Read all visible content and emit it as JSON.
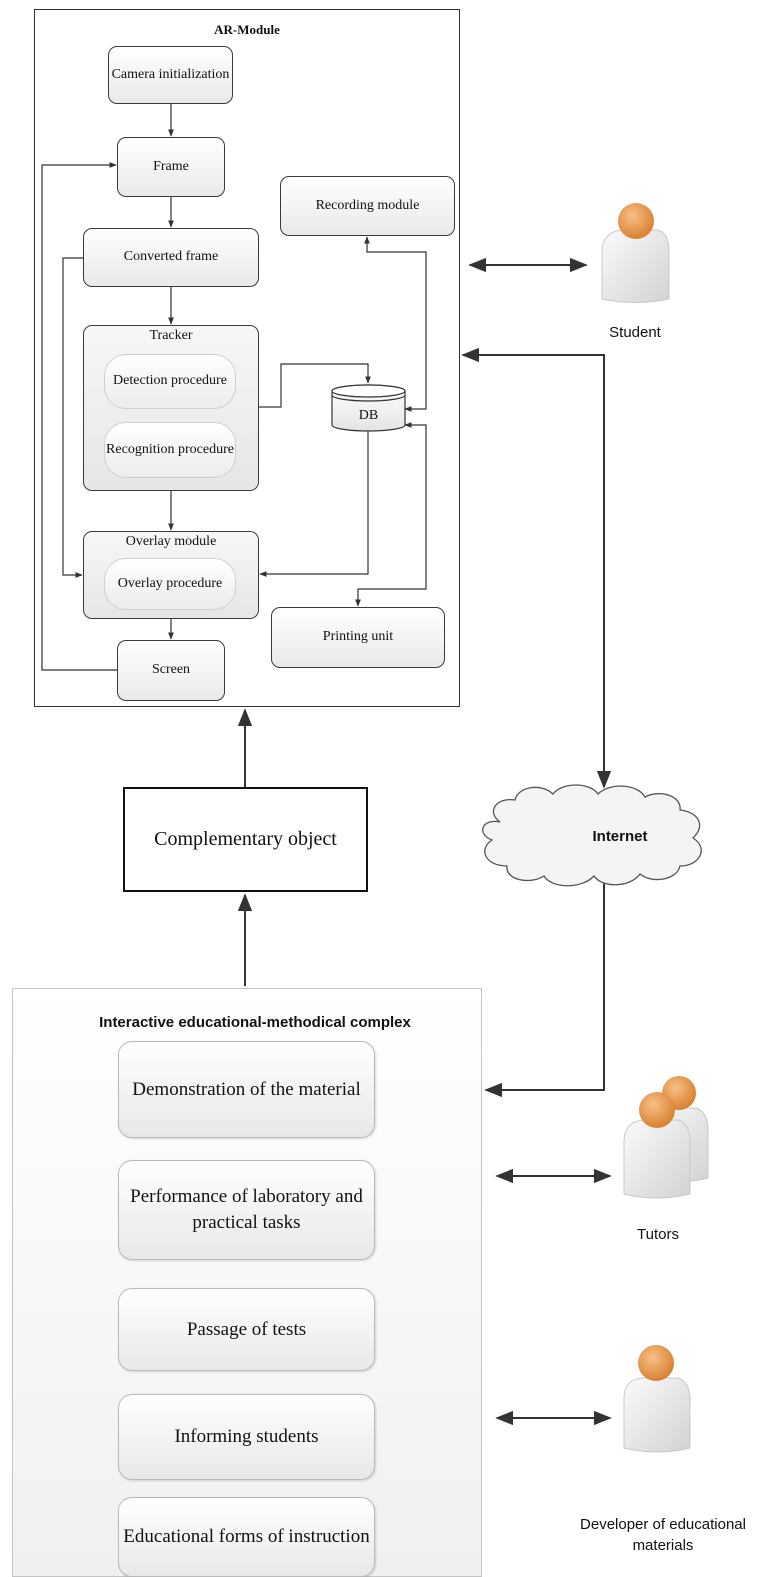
{
  "ar_module": {
    "title": "AR-Module",
    "camera_init": "Camera initialization",
    "frame": "Frame",
    "converted_frame": "Converted frame",
    "tracker": {
      "title": "Tracker",
      "detection": "Detection procedure",
      "recognition": "Recognition procedure"
    },
    "db": "DB",
    "recording_module": "Recording module",
    "overlay_module": {
      "title": "Overlay module",
      "procedure": "Overlay procedure"
    },
    "printing_unit": "Printing unit",
    "screen": "Screen"
  },
  "complementary_object": "Complementary object",
  "internet": "Internet",
  "iemc": {
    "title": "Interactive educational-methodical complex",
    "items": [
      "Demonstration of the material",
      "Performance of laboratory and practical tasks",
      "Passage of tests",
      "Informing students",
      "Educational forms of instruction"
    ]
  },
  "actors": {
    "student": "Student",
    "tutors": "Tutors",
    "developer": "Developer of educational materials"
  },
  "colors": {
    "line": "#333333",
    "box_border": "#3a3a3a",
    "head": "#e2954a",
    "body": "#e6e6e6"
  }
}
